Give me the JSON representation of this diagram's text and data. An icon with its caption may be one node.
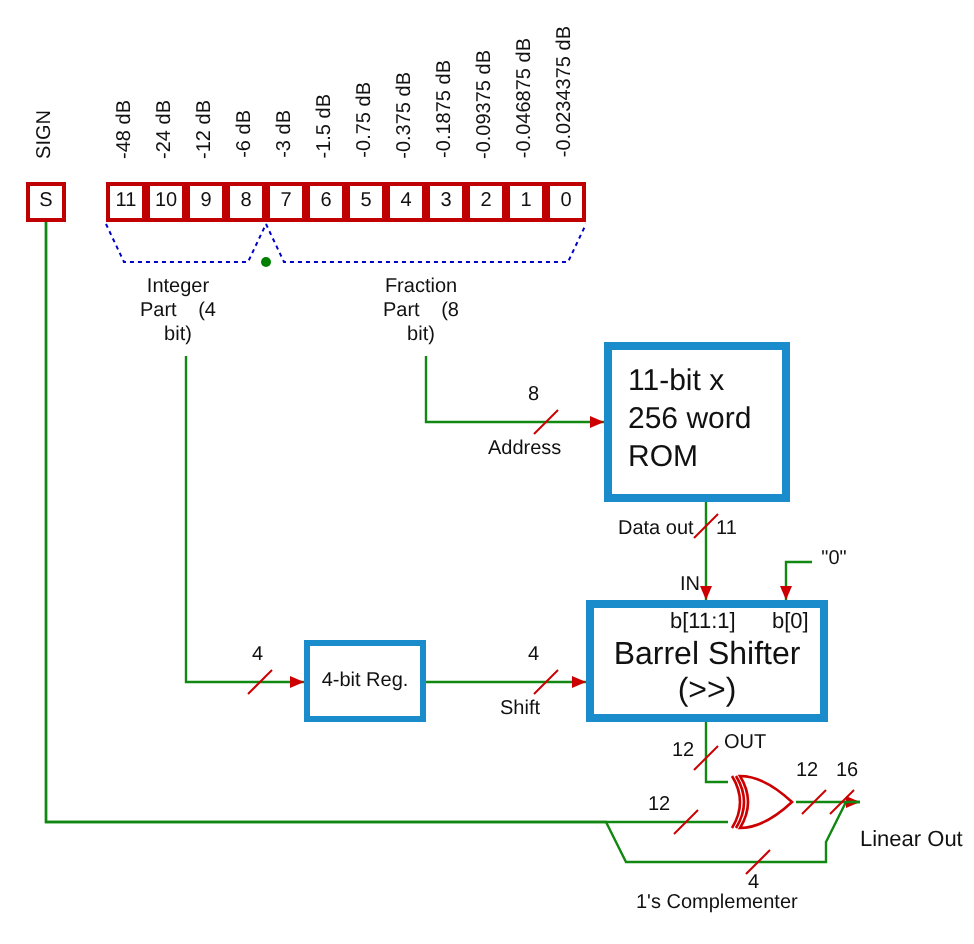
{
  "diagram": {
    "nodes": [
      {
        "text": [
          "S"
        ],
        "beside": [
          "SIGN"
        ]
      },
      {
        "text": [
          "11"
        ],
        "beside": [
          "-48 dB"
        ]
      },
      {
        "text": [
          "10"
        ],
        "beside": [
          "-24 dB"
        ]
      },
      {
        "text": [
          "9"
        ],
        "beside": [
          "-12 dB"
        ]
      },
      {
        "text": [
          "8"
        ],
        "beside": [
          "-6 dB"
        ]
      },
      {
        "text": [
          "7"
        ],
        "beside": [
          "-3 dB"
        ]
      },
      {
        "text": [
          "6"
        ],
        "beside": [
          "-1.5 dB"
        ]
      },
      {
        "text": [
          "5"
        ],
        "beside": [
          "-0.75 dB"
        ]
      },
      {
        "text": [
          "4"
        ],
        "beside": [
          "-0.375 dB"
        ]
      },
      {
        "text": [
          "3"
        ],
        "beside": [
          "-0.1875 dB"
        ]
      },
      {
        "text": [
          "2"
        ],
        "beside": [
          "-0.09375 dB"
        ]
      },
      {
        "text": [
          "1"
        ],
        "beside": [
          "-0.046875 dB"
        ]
      },
      {
        "text": [
          "0"
        ],
        "beside": [
          "-0.0234375 dB"
        ]
      },
      {
        "text": [
          "Integer Part (4 bit)"
        ]
      },
      {
        "text": [
          "Fraction Part (8 bit)"
        ]
      },
      {
        "text": [
          "11-bit x 256 word ROM"
        ],
        "beside": [
          "Data out"
        ]
      },
      {
        "text": [
          "b[11:1]",
          "b[0]",
          "Barrel Shifter (>>)"
        ],
        "beside": [
          "IN",
          "OUT"
        ]
      },
      {
        "text": [
          "\"0\""
        ]
      },
      {
        "text": [
          "4-bit Reg."
        ]
      },
      {
        "text": [],
        "shape": "gate"
      },
      {
        "text": [
          "Linear Out"
        ]
      }
    ],
    "edges": [
      {
        "from": 13,
        "to": 18,
        "arrow": "to",
        "label": "4"
      },
      {
        "from": 14,
        "to": 15,
        "arrow": "to",
        "label": "8"
      },
      {
        "from": 15,
        "to": 16,
        "arrow": "to",
        "label": "11"
      },
      {
        "from": 17,
        "to": 16,
        "arrow": "to"
      },
      {
        "from": 18,
        "to": 16,
        "arrow": "to",
        "label": "4"
      },
      {
        "from": 16,
        "to": 19,
        "arrow": "none",
        "label": "12"
      },
      {
        "from": 0,
        "to": 19,
        "arrow": "none",
        "label": "12"
      },
      {
        "from": 19,
        "to": 20,
        "arrow": "to",
        "label": "12"
      },
      {
        "from": 0,
        "to": 20,
        "arrow": "none",
        "label": "4"
      }
    ],
    "labels": [
      "Address",
      "Shift",
      "16",
      "1's Complementer"
    ]
  }
}
